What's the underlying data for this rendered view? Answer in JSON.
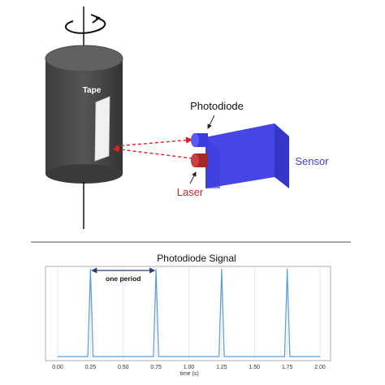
{
  "diagram": {
    "tape_label": "Tape",
    "photodiode_label": "Photodiode",
    "laser_label": "Laser",
    "sensor_label": "Sensor",
    "colors": {
      "cylinder": "#4a4a4a",
      "cylinder_top": "#5e5e5e",
      "tape": "#f2f2f2",
      "sensor": "#3f3fe0",
      "laser": "#b03030",
      "beam": "#e02020",
      "sensor_text": "#3f3fd0",
      "laser_text": "#b03030"
    },
    "icons": [
      "rotation-arrow-icon"
    ]
  },
  "chart_data": {
    "type": "line",
    "title": "Photodiode Signal",
    "xlabel": "time (s)",
    "ylabel": "",
    "xlim": [
      0.0,
      2.0
    ],
    "ylim": [
      0.0,
      1.0
    ],
    "x_ticks": [
      "0.00",
      "0.25",
      "0.50",
      "0.75",
      "1.00",
      "1.25",
      "1.50",
      "1.75",
      "2.00"
    ],
    "grid": true,
    "series": [
      {
        "color": "#5b9bd5",
        "x": [
          0.0,
          0.23,
          0.25,
          0.27,
          0.73,
          0.75,
          0.77,
          1.23,
          1.25,
          1.27,
          1.73,
          1.75,
          1.77,
          2.0
        ],
        "y": [
          0.0,
          0.0,
          1.0,
          0.0,
          0.0,
          1.0,
          0.0,
          0.0,
          1.0,
          0.0,
          0.0,
          1.0,
          0.0,
          0.0
        ]
      }
    ],
    "annotation": {
      "text": "one period",
      "x_start": 0.25,
      "x_end": 0.75
    }
  }
}
